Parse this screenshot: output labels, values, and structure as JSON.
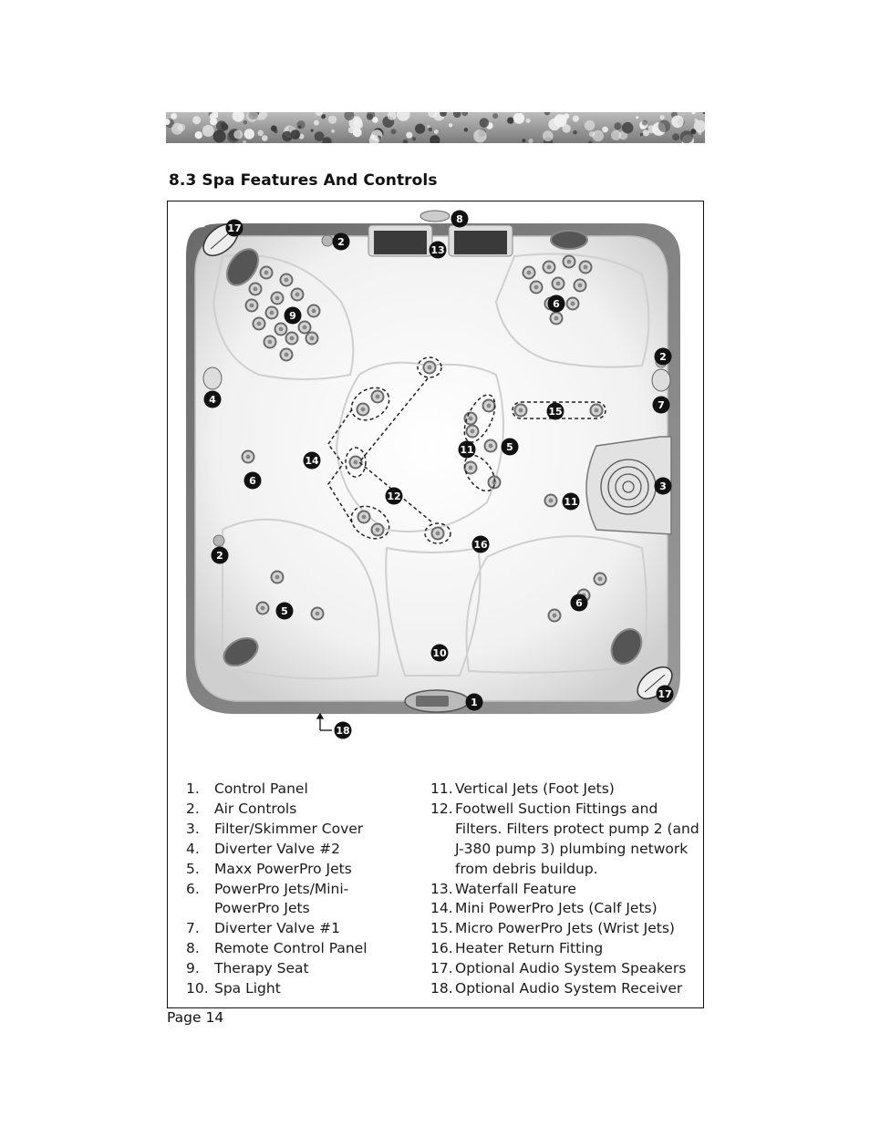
{
  "section": {
    "title": "8.3 Spa Features And Controls"
  },
  "callouts": [
    "1",
    "2",
    "2",
    "2",
    "3",
    "4",
    "5",
    "5",
    "6",
    "6",
    "6",
    "7",
    "8",
    "9",
    "10",
    "11",
    "11",
    "12",
    "13",
    "14",
    "15",
    "16",
    "17",
    "17",
    "18"
  ],
  "legend_left": [
    {
      "num": "1.",
      "text": "Control Panel"
    },
    {
      "num": "2.",
      "text": "Air Controls"
    },
    {
      "num": "3.",
      "text": "Filter/Skimmer Cover"
    },
    {
      "num": "4.",
      "text": "Diverter Valve #2"
    },
    {
      "num": "5.",
      "text": "Maxx PowerPro Jets"
    },
    {
      "num": "6.",
      "text": "PowerPro Jets/Mini-",
      "cont": "PowerPro Jets"
    },
    {
      "num": "7.",
      "text": "Diverter Valve #1"
    },
    {
      "num": "8.",
      "text": "Remote Control Panel"
    },
    {
      "num": "9.",
      "text": "Therapy Seat"
    },
    {
      "num": "10.",
      "text": "Spa Light"
    }
  ],
  "legend_right": [
    {
      "num": "11.",
      "text": "Vertical Jets (Foot Jets)"
    },
    {
      "num": "12.",
      "text": "Footwell Suction Fittings and",
      "cont": "Filters.  Filters protect pump 2 (and J-380 pump 3) plumbing network from debris buildup."
    },
    {
      "num": "13.",
      "text": "Waterfall Feature"
    },
    {
      "num": "14.",
      "text": "Mini PowerPro Jets (Calf Jets)"
    },
    {
      "num": "15.",
      "text": "Micro PowerPro Jets (Wrist Jets)"
    },
    {
      "num": "16.",
      "text": "Heater Return Fitting"
    },
    {
      "num": "17.",
      "text": "Optional Audio System Speakers"
    },
    {
      "num": "18.",
      "text": "Optional Audio System Receiver"
    }
  ],
  "page": {
    "label": "Page 14"
  }
}
